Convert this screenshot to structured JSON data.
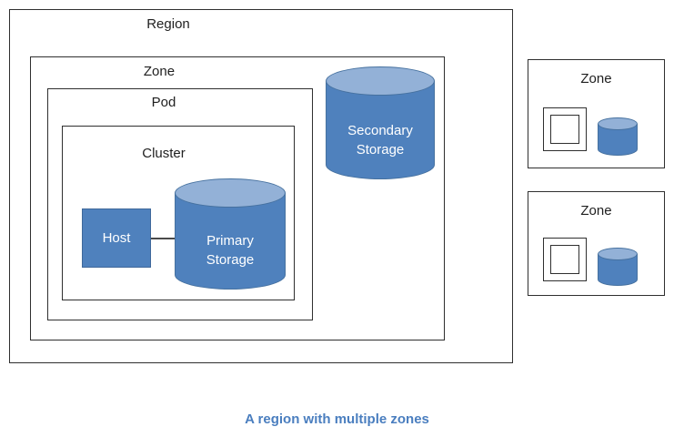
{
  "diagram": {
    "region": {
      "label": "Region"
    },
    "zone": {
      "label": "Zone"
    },
    "pod": {
      "label": "Pod"
    },
    "cluster": {
      "label": "Cluster"
    },
    "host": {
      "label": "Host"
    },
    "primary_storage": {
      "label": "Primary Storage"
    },
    "secondary_storage": {
      "label": "Secondary Storage"
    },
    "right_zones": [
      {
        "label": "Zone"
      },
      {
        "label": "Zone"
      }
    ],
    "caption": "A region with multiple zones"
  },
  "colors": {
    "cylinder_body": "#4f81bd",
    "cylinder_top": "#93b1d7",
    "host_fill": "#4f81bd",
    "box_border": "#2f2f2f",
    "caption_text": "#4a7ebf",
    "background": "#ffffff"
  }
}
